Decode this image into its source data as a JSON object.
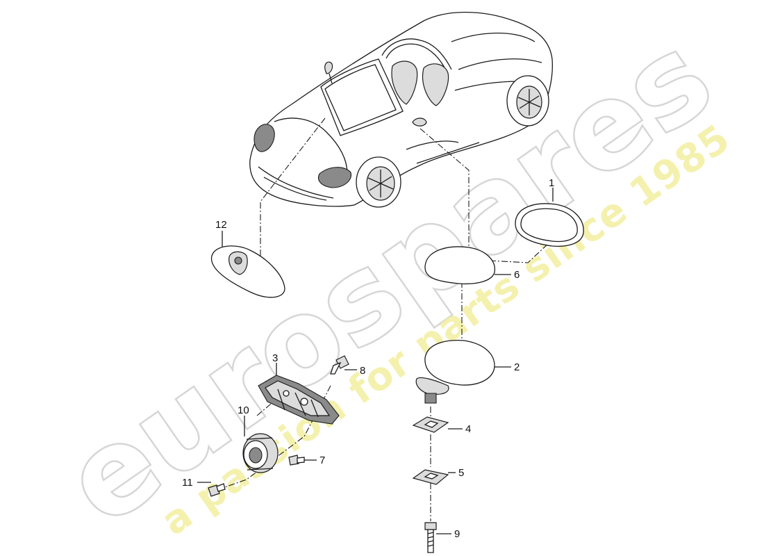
{
  "watermark": {
    "brand": "eurospares",
    "tagline": "a passion for parts since 1985"
  },
  "callouts": [
    {
      "id": "1",
      "label": "1"
    },
    {
      "id": "2",
      "label": "2"
    },
    {
      "id": "3",
      "label": "3"
    },
    {
      "id": "4",
      "label": "4"
    },
    {
      "id": "5",
      "label": "5"
    },
    {
      "id": "6",
      "label": "6"
    },
    {
      "id": "7",
      "label": "7"
    },
    {
      "id": "8",
      "label": "8"
    },
    {
      "id": "9",
      "label": "9"
    },
    {
      "id": "10",
      "label": "10"
    },
    {
      "id": "11",
      "label": "11"
    },
    {
      "id": "12",
      "label": "12"
    }
  ]
}
